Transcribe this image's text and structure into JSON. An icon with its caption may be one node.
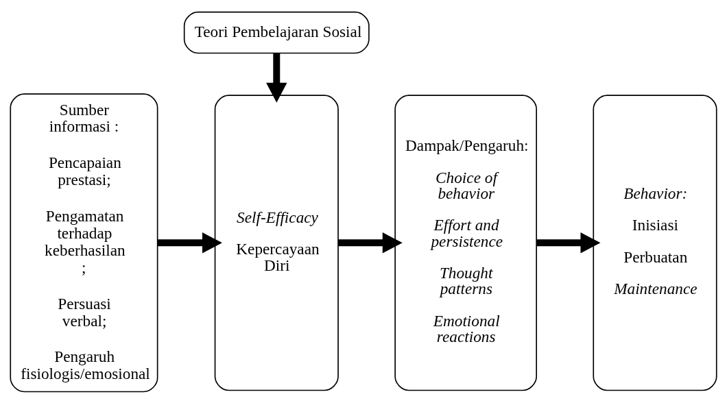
{
  "diagram": {
    "nodes": [
      {
        "text": [
          "Teori Pembelajaran Sosial"
        ]
      },
      {
        "text": [
          "Sumber informasi :",
          "Pencapaian prestasi;",
          "Pengamatan terhadap keberhasilan ;",
          "Persuasi verbal;",
          "Pengaruh fisiologis/emosional"
        ]
      },
      {
        "text": [
          "Self-Efficacy",
          "Kepercayaan Diri"
        ]
      },
      {
        "text": [
          "Dampak/Pengaruh:",
          "Choice of behavior",
          "Effort and persistence",
          "Thought patterns",
          "Emotional reactions"
        ]
      },
      {
        "text": [
          "Behavior:",
          "Inisiasi",
          "Perbuatan",
          "Maintenance"
        ]
      }
    ],
    "edges": [
      {
        "from": 0,
        "to": 2,
        "arrow": "to"
      },
      {
        "from": 1,
        "to": 2,
        "arrow": "to"
      },
      {
        "from": 2,
        "to": 3,
        "arrow": "to"
      },
      {
        "from": 3,
        "to": 4,
        "arrow": "to"
      }
    ]
  }
}
